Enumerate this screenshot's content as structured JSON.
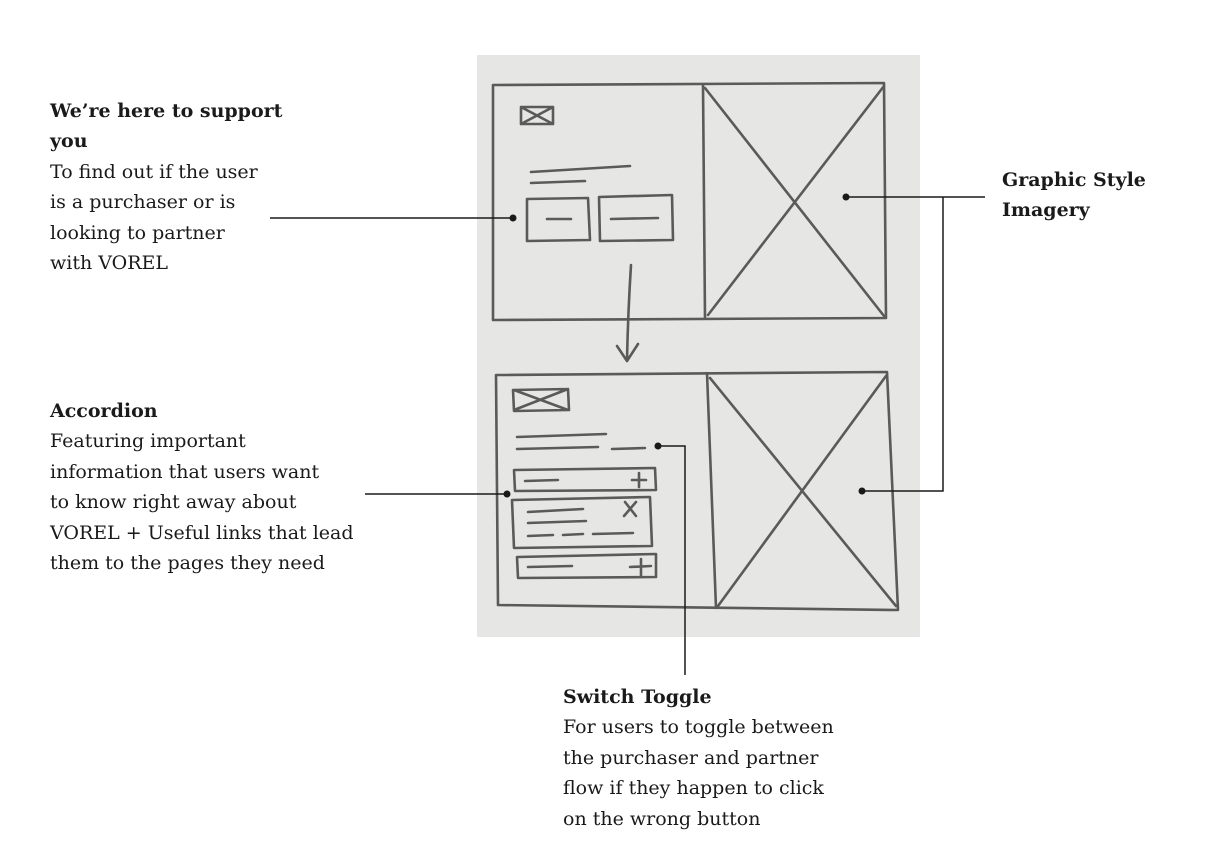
{
  "annotations": {
    "support": {
      "title": "We’re here to support you",
      "body": "To find out if the user\nis a purchaser or is\nlooking to partner\nwith VOREL"
    },
    "accordion": {
      "title": "Accordion",
      "body": "Featuring important\ninformation that users want\nto know right away about\nVOREL + Useful links that lead\nthem to the pages they need"
    },
    "graphic": {
      "title": "Graphic Style\nImagery"
    },
    "toggle": {
      "title": "Switch Toggle",
      "body": "For users to toggle between\nthe purchaser and partner\nflow if they happen to click\non the wrong button"
    }
  },
  "colors": {
    "paper": "#e6e6e4",
    "pencil": "#555555",
    "line": "#1a1a1a"
  }
}
